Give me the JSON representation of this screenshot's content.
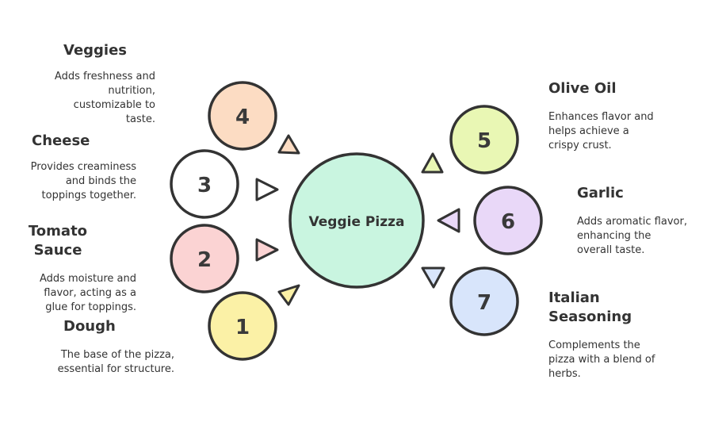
{
  "center": {
    "title": "Veggie Pizza",
    "fill": "#c9f5e0"
  },
  "items": [
    {
      "number": "1",
      "title": "Dough",
      "desc": "The base of the pizza, essential for structure.",
      "fill": "#fbf1a6"
    },
    {
      "number": "2",
      "title": "Tomato Sauce",
      "desc": "Adds moisture and flavor, acting as a glue for toppings.",
      "fill": "#fbd3d3"
    },
    {
      "number": "3",
      "title": "Cheese",
      "desc": "Provides creaminess and binds the toppings together.",
      "fill": "#ffffff"
    },
    {
      "number": "4",
      "title": "Veggies",
      "desc": "Adds freshness and nutrition, customizable to taste.",
      "fill": "#fcdcc3"
    },
    {
      "number": "5",
      "title": "Olive Oil",
      "desc": "Enhances flavor and helps achieve a crispy crust.",
      "fill": "#e9f7b4"
    },
    {
      "number": "6",
      "title": "Garlic",
      "desc": "Adds aromatic flavor, enhancing the overall taste.",
      "fill": "#e9d8f8"
    },
    {
      "number": "7",
      "title": "Italian Seasoning",
      "desc": "Complements the pizza with a blend of herbs.",
      "fill": "#d8e5fb"
    }
  ]
}
